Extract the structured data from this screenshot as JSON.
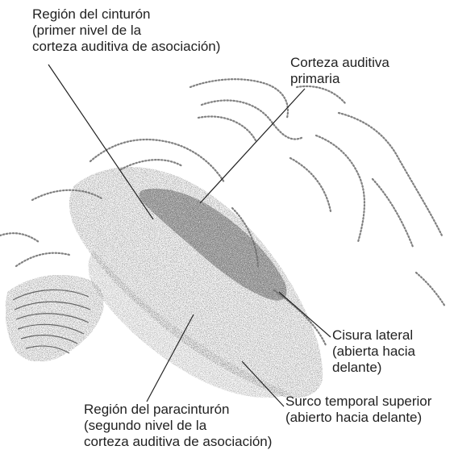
{
  "labels": {
    "belt": [
      "Región del cinturón",
      "(primer nivel de la",
      "corteza auditiva de asociación)"
    ],
    "primary": [
      "Corteza auditiva",
      "primaria"
    ],
    "lateral": [
      "Cisura lateral",
      "(abierta hacia",
      "delante)"
    ],
    "parabelt": [
      "Región del paracinturón",
      "(segundo nivel de la",
      "corteza auditiva de asociación)"
    ],
    "superior_temporal": [
      "Surco temporal superior",
      "(abierto hacia delante)"
    ]
  },
  "colors": {
    "ink": "#222222",
    "stipple": "#4a4a4a",
    "background": "#ffffff"
  }
}
